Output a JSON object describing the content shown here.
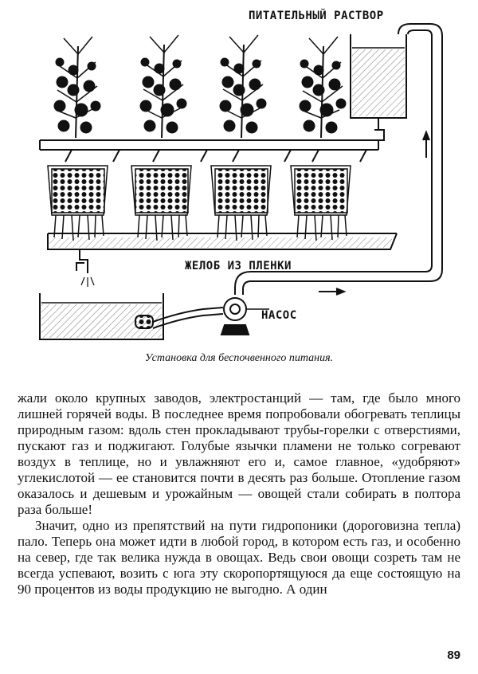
{
  "figure": {
    "label_solution": "ПИТАТЕЛЬНЫЙ РАСТВОР",
    "label_trough": "ЖЕЛОБ ИЗ ПЛЕНКИ",
    "label_pump": "НАСОС",
    "caption": "Установка для беспочвенного питания."
  },
  "body_text": {
    "paragraph_1": "жали около крупных заводов, электростанций — там, где было много лишней горячей воды. В последнее время попробовали обогревать теплицы природным газом: вдоль стен прокладывают трубы-горелки с отверстиями, пускают газ и поджигают. Голубые язычки пламени не только согревают воздух в теплице, но и увлажняют его и, самое главное, «удобряют» углекислотой — ее становится почти в десять раз больше. Отопление газом оказалось и дешевым и урожайным — овощей стали собирать в полтора раза больше!",
    "paragraph_2": "Значит, одно из препятствий на пути гидропоники (дороговизна тепла) пало. Теперь она может идти в любой город, в котором есть газ, и особенно на север, где так велика нужда в овощах. Ведь свои овощи созреть там не всегда успевают, возить с юга эту скоропортящуюся да еще состоящую на 90 процентов из воды продукцию не выгодно. А один"
  },
  "page_number": "89"
}
